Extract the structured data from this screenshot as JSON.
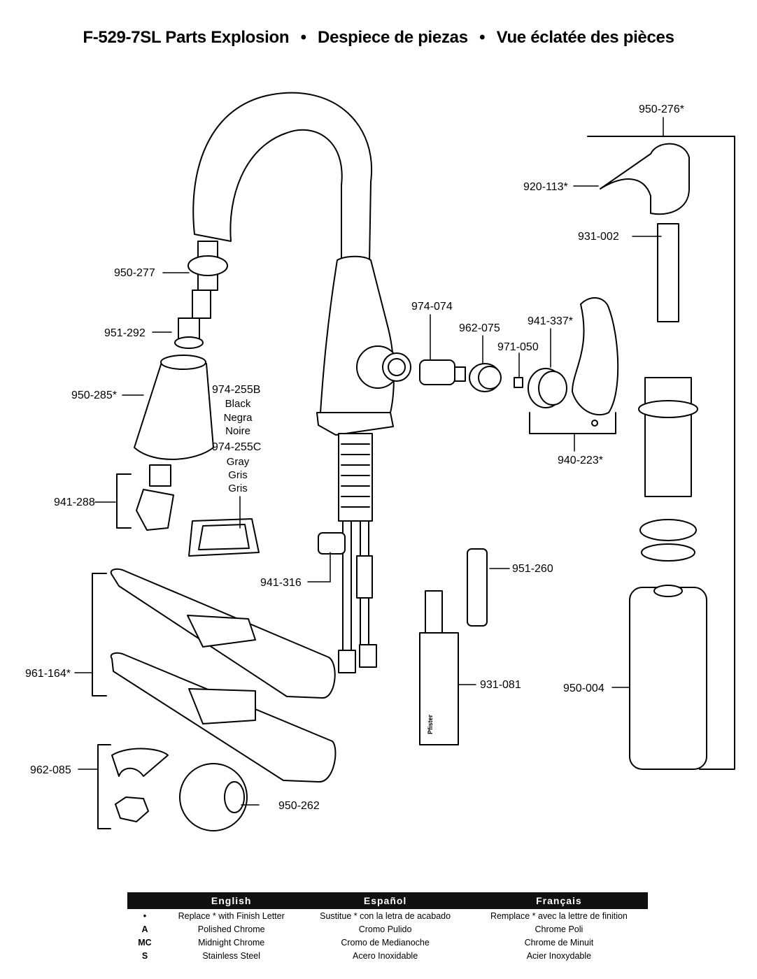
{
  "title": {
    "part1": "F-529-7SL Parts Explosion",
    "sep": "•",
    "part2": "Despiece de piezas",
    "part3": "Vue éclatée des pièces"
  },
  "parts": {
    "p950_276": "950-276*",
    "p920_113": "920-113*",
    "p931_002": "931-002",
    "p950_277": "950-277",
    "p974_074": "974-074",
    "p962_075": "962-075",
    "p941_337": "941-337*",
    "p971_050": "971-050",
    "p951_292": "951-292",
    "p950_285": "950-285*",
    "p974_255b": "974-255B",
    "black": "Black",
    "negra": "Negra",
    "noire": "Noire",
    "p974_255c": "974-255C",
    "gray": "Gray",
    "gris_es": "Gris",
    "gris_fr": "Gris",
    "p940_223": "940-223*",
    "p941_288": "941-288",
    "p951_260": "951-260",
    "p941_316": "941-316",
    "p961_164": "961-164*",
    "p931_081": "931-081",
    "p950_004": "950-004",
    "p962_085": "962-085",
    "p950_262": "950-262"
  },
  "legend": {
    "headers": [
      "English",
      "Español",
      "Français"
    ],
    "rows": [
      {
        "code": "•",
        "en": "Replace * with Finish Letter",
        "es": "Sustitue * con la letra de acabado",
        "fr": "Remplace * avec la lettre de finition"
      },
      {
        "code": "A",
        "en": "Polished Chrome",
        "es": "Cromo Pulido",
        "fr": "Chrome Poli"
      },
      {
        "code": "MC",
        "en": "Midnight Chrome",
        "es": "Cromo de Medianoche",
        "fr": "Chrome de Minuit"
      },
      {
        "code": "S",
        "en": "Stainless Steel",
        "es": "Acero Inoxidable",
        "fr": "Acier Inoxydable"
      }
    ]
  },
  "stamp_text": "Pfister"
}
